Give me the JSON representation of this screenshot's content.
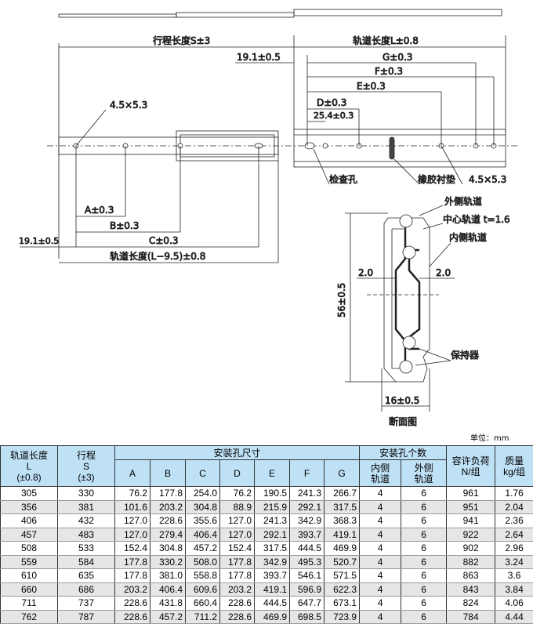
{
  "drawing": {
    "stroke_label": "行程长度S±3",
    "rail_length_label": "轨道长度L±0.8",
    "offset_top": "19.1±0.5",
    "g": "G±0.3",
    "f": "F±0.3",
    "e": "E±0.3",
    "d": "D±0.3",
    "d2": "25.4±0.3",
    "hole_left": "4.5×5.3",
    "hole_right": "4.5×5.3",
    "inspection_hole": "检查孔",
    "rubber_pad": "橡胶衬垫",
    "a": "A±0.3",
    "b": "B±0.3",
    "c": "C±0.3",
    "offset_bottom": "19.1±0.5",
    "bottom_length": "轨道长度(L−9.5)±0.8",
    "section": {
      "outer_rail": "外侧轨道",
      "center_rail": "中心轨道 t=1.6",
      "inner_rail": "内侧轨道",
      "left_gap": "2.0",
      "right_gap": "2.0",
      "height": "56±0.5",
      "retainer": "保持器",
      "width": "16±0.5",
      "title": "断面图"
    }
  },
  "unit": "单位：mm",
  "table": {
    "headers": {
      "length": "轨道长度",
      "length_sym": "L",
      "length_tol": "(±0.8)",
      "stroke": "行程",
      "stroke_sym": "S",
      "stroke_tol": "(±3)",
      "holes": "安装孔尺寸",
      "cols": [
        "A",
        "B",
        "C",
        "D",
        "E",
        "F",
        "G"
      ],
      "count": "安装孔个数",
      "inner": "内侧\n轨道",
      "outer": "外侧\n轨道",
      "load": "容许负荷\nN/组",
      "mass": "质量\nkg/组"
    },
    "rows": [
      [
        "305",
        "330",
        "76.2",
        "177.8",
        "254.0",
        "76.2",
        "190.5",
        "241.3",
        "266.7",
        "4",
        "6",
        "961",
        "1.76"
      ],
      [
        "356",
        "381",
        "101.6",
        "203.2",
        "304.8",
        "88.9",
        "215.9",
        "292.1",
        "317.5",
        "4",
        "6",
        "951",
        "2.04"
      ],
      [
        "406",
        "432",
        "127.0",
        "228.6",
        "355.6",
        "127.0",
        "241.3",
        "342.9",
        "368.3",
        "4",
        "6",
        "941",
        "2.36"
      ],
      [
        "457",
        "483",
        "127.0",
        "279.4",
        "406.4",
        "127.0",
        "292.1",
        "393.7",
        "419.1",
        "4",
        "6",
        "922",
        "2.64"
      ],
      [
        "508",
        "533",
        "152.4",
        "304.8",
        "457.2",
        "152.4",
        "317.5",
        "444.5",
        "469.9",
        "4",
        "6",
        "902",
        "2.96"
      ],
      [
        "559",
        "584",
        "177.8",
        "330.2",
        "508.0",
        "177.8",
        "342.9",
        "495.3",
        "520.7",
        "4",
        "6",
        "882",
        "3.24"
      ],
      [
        "610",
        "635",
        "177.8",
        "381.0",
        "558.8",
        "177.8",
        "393.7",
        "546.1",
        "571.5",
        "4",
        "6",
        "863",
        "3.6"
      ],
      [
        "660",
        "686",
        "203.2",
        "406.4",
        "609.6",
        "203.2",
        "419.1",
        "596.9",
        "622.3",
        "4",
        "6",
        "843",
        "3.84"
      ],
      [
        "711",
        "737",
        "228.6",
        "431.8",
        "660.4",
        "228.6",
        "444.5",
        "647.7",
        "673.1",
        "4",
        "6",
        "824",
        "4.06"
      ],
      [
        "762",
        "787",
        "228.6",
        "457.2",
        "711.2",
        "228.6",
        "469.9",
        "698.5",
        "723.9",
        "4",
        "6",
        "784",
        "4.44"
      ]
    ]
  }
}
